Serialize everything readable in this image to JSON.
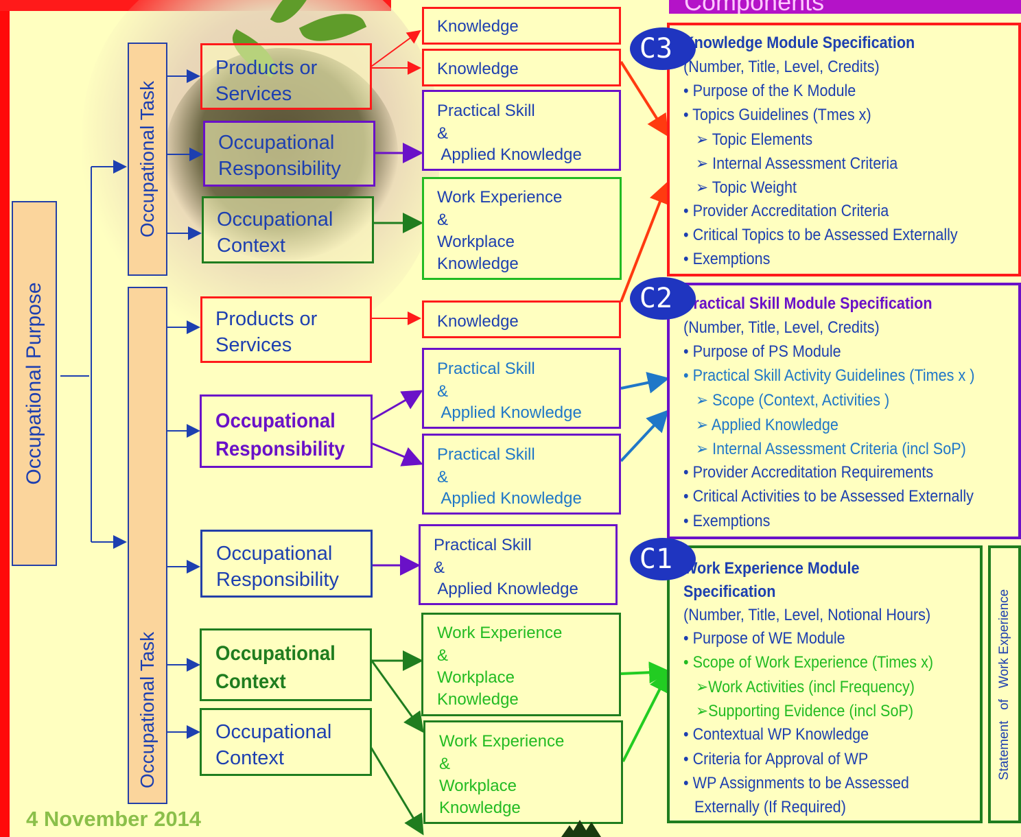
{
  "header": {
    "components_label": "Components"
  },
  "purpose": {
    "label": "Occupational Purpose"
  },
  "task_labels": {
    "upper": "Occupational Task",
    "lower": "Occupational Task"
  },
  "upper_col": {
    "products": "Products or Services",
    "responsibility": "Occupational Responsibility",
    "context": "Occupational Context"
  },
  "lower_col": {
    "products": "Products or Services",
    "responsibility_bold": "Occupational Responsibility",
    "responsibility": "Occupational Responsibility",
    "context_bold": "Occupational Context",
    "context": "Occupational Context"
  },
  "right_col": {
    "knowledge_1": "Knowledge",
    "knowledge_2": "Knowledge",
    "ps_1": [
      "Practical Skill",
      "&",
      " Applied Knowledge"
    ],
    "we_1": [
      "Work Experience",
      "&",
      "Workplace",
      "Knowledge"
    ],
    "knowledge_3": "Knowledge",
    "ps_2": [
      "Practical Skill",
      "&",
      " Applied Knowledge"
    ],
    "ps_3": [
      "Practical Skill",
      "&",
      " Applied Knowledge"
    ],
    "ps_4": [
      "Practical Skill",
      "&",
      " Applied Knowledge"
    ],
    "we_2": [
      "Work Experience",
      "&",
      "Workplace",
      "Knowledge"
    ],
    "we_3": [
      "Work Experience",
      "&",
      "Workplace",
      "Knowledge"
    ]
  },
  "c3": {
    "badge": "C3",
    "title": "Knowledge Module Specification",
    "lines": [
      "(Number, Title, Level, Credits)",
      "•  Purpose of the K Module",
      "•  Topics Guidelines (Tmes x)",
      "➢  Topic Elements",
      "➢  Internal Assessment Criteria",
      "➢  Topic  Weight",
      "• Provider Accreditation Criteria",
      "• Critical Topics to be Assessed Externally",
      "• Exemptions"
    ]
  },
  "c2": {
    "badge": "C2",
    "title": "Practical Skill Module Specification",
    "lines": [
      "(Number, Title, Level, Credits)",
      "• Purpose of PS Module",
      "• Practical Skill Activity Guidelines (Times x )",
      "➢  Scope (Context, Activities )",
      "➢  Applied Knowledge",
      "➢  Internal Assessment Criteria (incl SoP)",
      "• Provider Accreditation Requirements",
      "• Critical Activities to be Assessed Externally",
      "• Exemptions"
    ]
  },
  "c1": {
    "badge": "C1",
    "title_1": "Work Experience Module",
    "title_2": "Specification",
    "lines": [
      "(Number, Title, Level, Notional Hours)",
      "• Purpose of WE Module",
      "• Scope of Work Experience (Times x)",
      "➢Work Activities (incl Frequency)",
      "➢Supporting Evidence (incl SoP)",
      "• Contextual WP Knowledge",
      "• Criteria for Approval of WP",
      "• WP Assignments to be Assessed",
      "Externally (If  Required)"
    ]
  },
  "statement": {
    "label": "Statement   of   Work Experience"
  },
  "footer": {
    "date": "4 November 2014"
  },
  "colors": {
    "red": "#ff1a1a",
    "purple": "#6a11c8",
    "green": "#1f7d1f",
    "lightgreen": "#22cc22",
    "blue": "#1d3fb0",
    "tan": "#fbd59c"
  }
}
